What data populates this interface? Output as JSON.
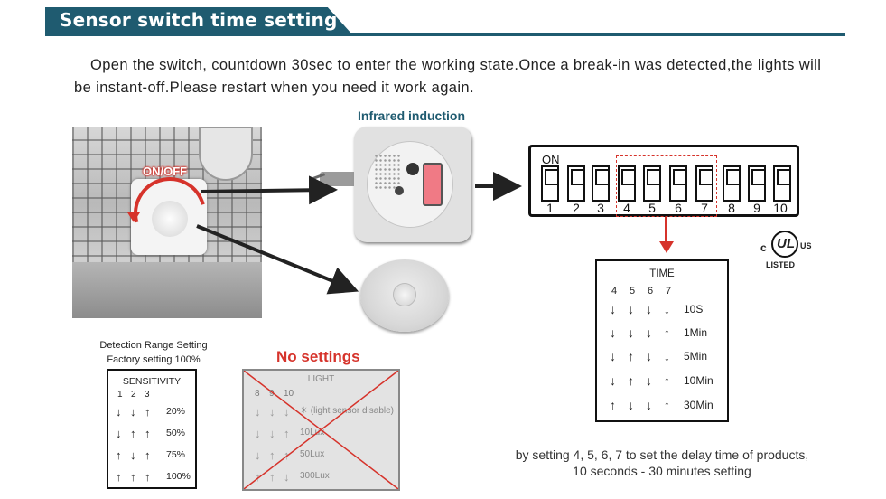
{
  "header": {
    "title": "Sensor switch time setting"
  },
  "intro": "Open the switch, countdown 30sec to enter the working state.Once a break-in was detected,the lights will be instant-off.Please restart when you need it work again.",
  "photo": {
    "knob_label": "ON/OFF"
  },
  "module": {
    "label": "Infrared induction"
  },
  "dip": {
    "on_label": "ON",
    "numbers": [
      "1",
      "2",
      "3",
      "4",
      "5",
      "6",
      "7",
      "8",
      "9",
      "10"
    ]
  },
  "ul": {
    "mark": "UL",
    "c": "c",
    "us": "US",
    "listed": "LISTED"
  },
  "time_table": {
    "title": "TIME",
    "columns": [
      "4",
      "5",
      "6",
      "7"
    ],
    "rows": [
      {
        "arrows": [
          "↓",
          "↓",
          "↓",
          "↓"
        ],
        "value": "10S"
      },
      {
        "arrows": [
          "↓",
          "↓",
          "↓",
          "↑"
        ],
        "value": "1Min"
      },
      {
        "arrows": [
          "↓",
          "↑",
          "↓",
          "↓"
        ],
        "value": "5Min"
      },
      {
        "arrows": [
          "↓",
          "↑",
          "↓",
          "↑"
        ],
        "value": "10Min"
      },
      {
        "arrows": [
          "↑",
          "↓",
          "↓",
          "↑"
        ],
        "value": "30Min"
      }
    ]
  },
  "time_caption": {
    "line1": "by setting 4, 5, 6, 7 to set the delay time of products,",
    "line2": "10 seconds - 30 minutes setting"
  },
  "detection": {
    "line1": "Detection Range Setting",
    "line2": "Factory setting 100%"
  },
  "sensitivity": {
    "title": "SENSITIVITY",
    "columns": [
      "1",
      "2",
      "3"
    ],
    "rows": [
      {
        "arrows": [
          "↓",
          "↓",
          "↑"
        ],
        "value": "20%"
      },
      {
        "arrows": [
          "↓",
          "↑",
          "↑"
        ],
        "value": "50%"
      },
      {
        "arrows": [
          "↑",
          "↓",
          "↑"
        ],
        "value": "75%"
      },
      {
        "arrows": [
          "↑",
          "↑",
          "↑"
        ],
        "value": "100%"
      }
    ]
  },
  "no_settings": "No settings",
  "light_table": {
    "title": "LIGHT",
    "columns": [
      "8",
      "9",
      "10"
    ],
    "sun_icon": "sun-icon",
    "rows": [
      {
        "arrows": [
          "↓",
          "↓",
          "↓"
        ],
        "value": "(light sensor disable)"
      },
      {
        "arrows": [
          "↓",
          "↓",
          "↑"
        ],
        "value": "10Lux"
      },
      {
        "arrows": [
          "↓",
          "↑",
          "↑"
        ],
        "value": "50Lux"
      },
      {
        "arrows": [
          "↑",
          "↑",
          "↓"
        ],
        "value": "300Lux"
      }
    ]
  },
  "colors": {
    "banner": "#1f5b70",
    "accent_red": "#d6332b",
    "label_teal": "#1f5b70"
  }
}
